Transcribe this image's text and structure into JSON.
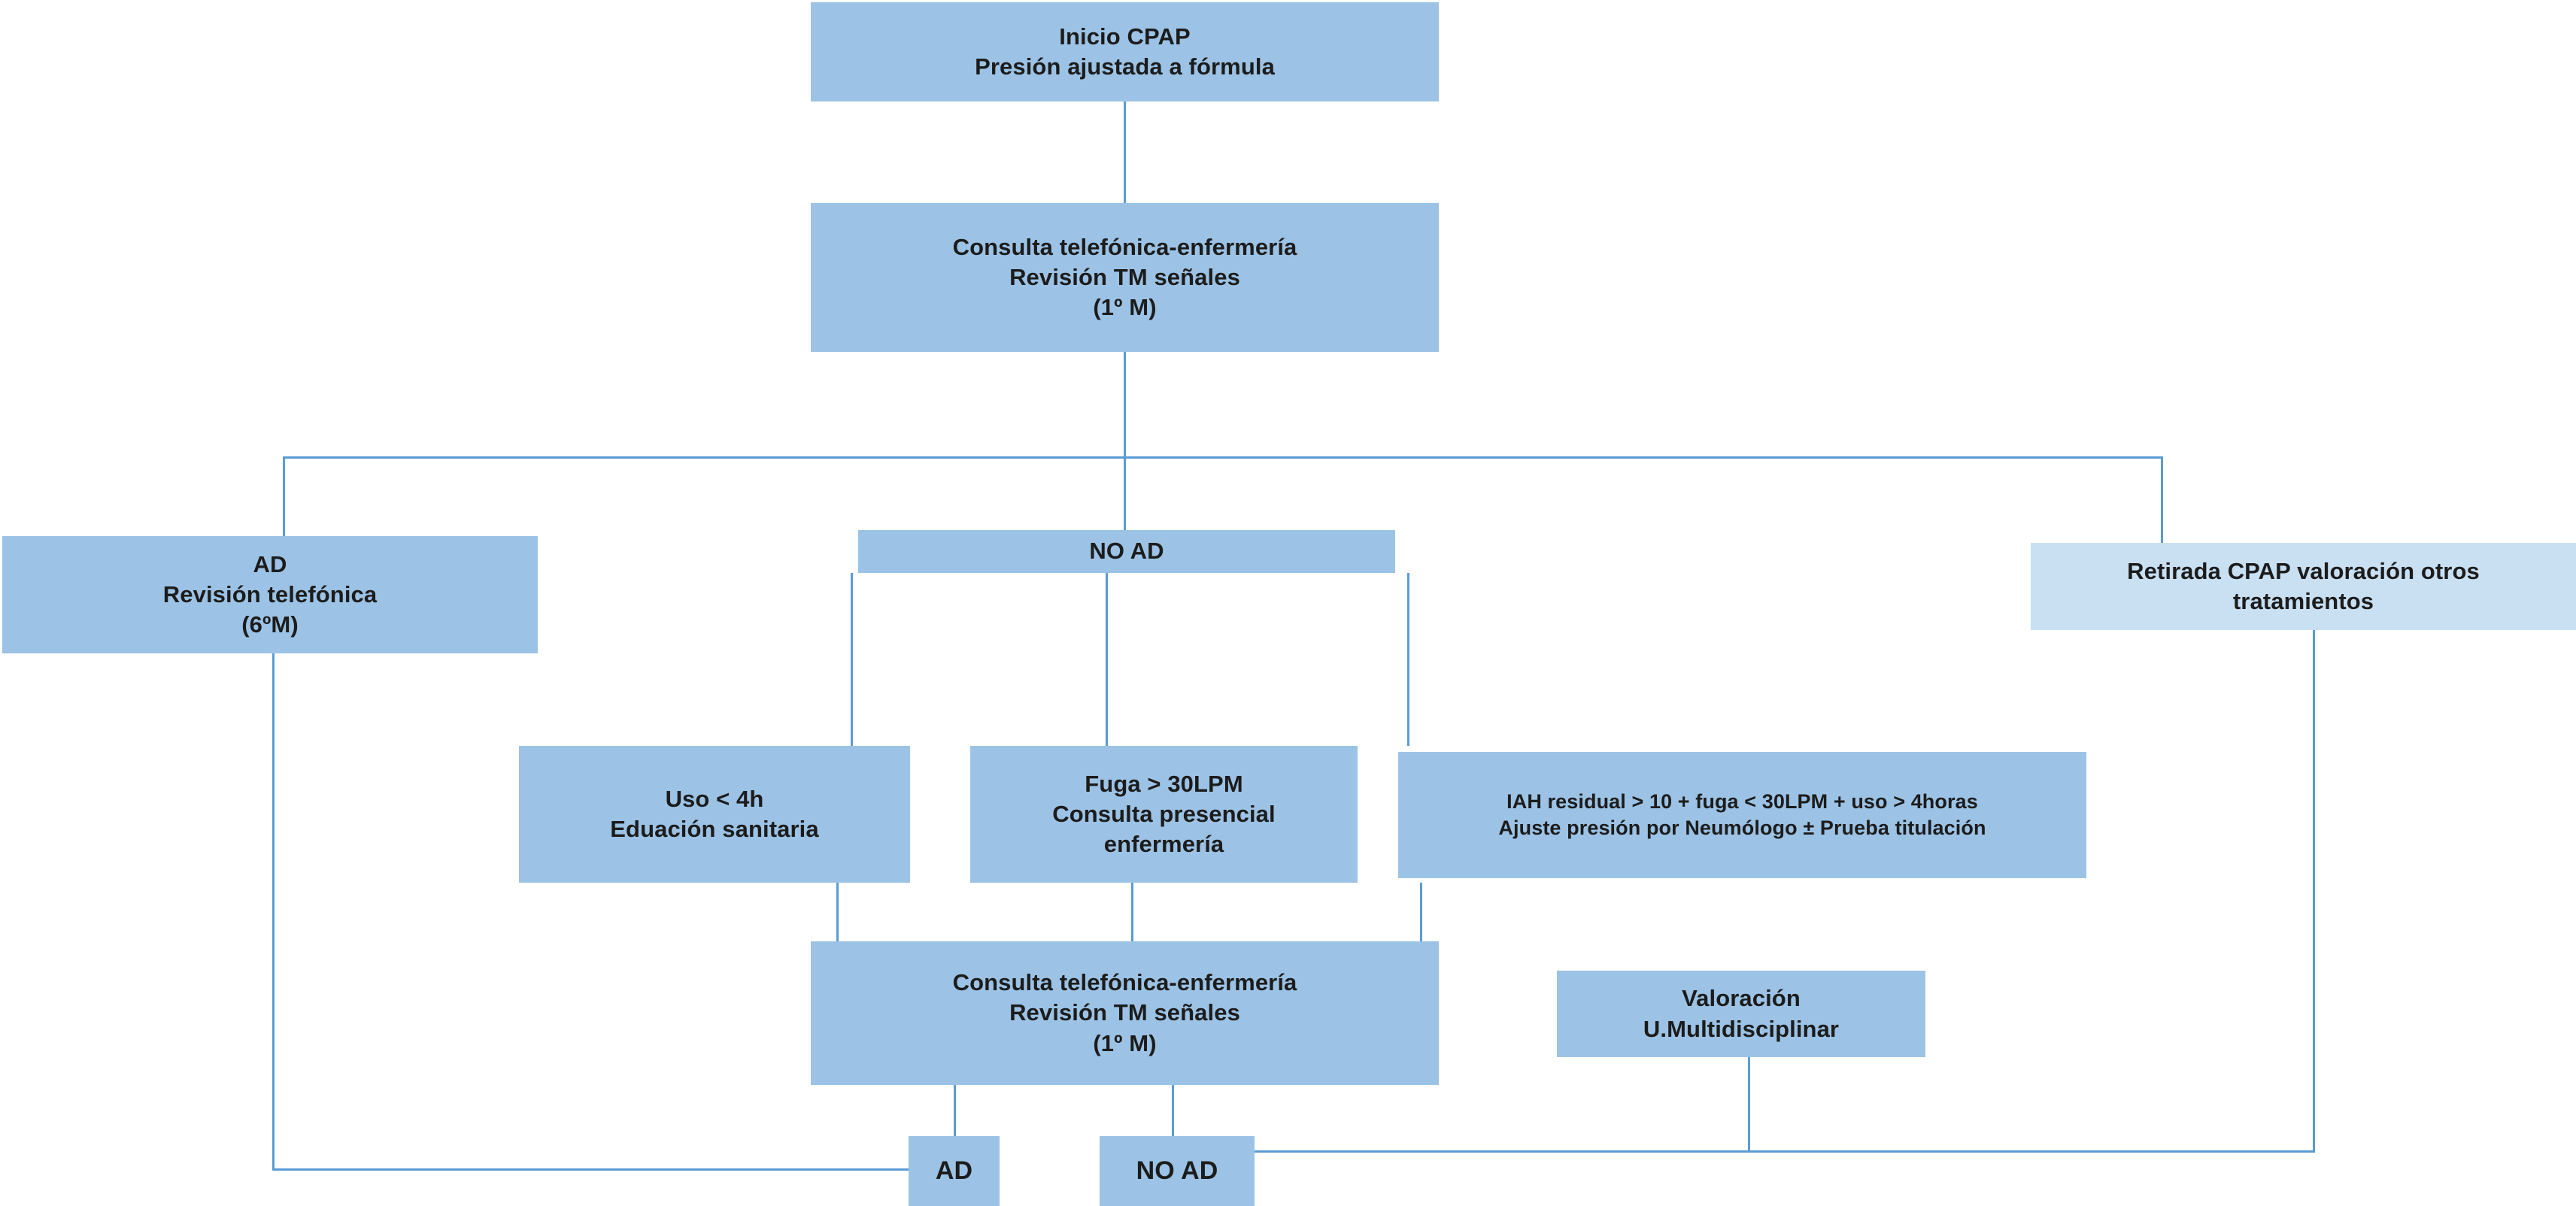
{
  "diagram": {
    "title": "Algoritmo de seguimiento CPAP",
    "colors": {
      "node_fill": "#9CC3E5",
      "node_fill_light": "#C9E0F3",
      "connector": "#5B9BD5",
      "text": "#1c1c1c",
      "background": "#ffffff"
    },
    "nodes": {
      "inicio_cpap": {
        "lines": [
          "Inicio CPAP",
          "Presión ajustada a fórmula"
        ]
      },
      "consulta_1m": {
        "lines": [
          "Consulta telefónica-enfermería",
          "Revisión TM señales",
          "(1º M)"
        ]
      },
      "ad_revision": {
        "lines": [
          "AD",
          "Revisión telefónica",
          "(6ºM)"
        ]
      },
      "no_ad": {
        "lines": [
          "NO AD"
        ]
      },
      "retirada_cpap": {
        "lines": [
          "Retirada CPAP  valoración otros",
          "tratamientos"
        ]
      },
      "uso_menor_4h": {
        "lines": [
          "Uso < 4h",
          "Eduación sanitaria"
        ]
      },
      "fuga_30lpm": {
        "lines": [
          "Fuga > 30LPM",
          "Consulta presencial",
          "enfermería"
        ]
      },
      "iah_residual": {
        "lines": [
          "IAH residual > 10 + fuga < 30LPM + uso > 4horas",
          "Ajuste presión por Neumólogo ± Prueba titulación"
        ]
      },
      "consulta_1m_2": {
        "lines": [
          "Consulta telefónica-enfermería",
          "Revisión TM señales",
          "(1º M)"
        ]
      },
      "valoracion_um": {
        "lines": [
          "Valoración",
          "U.Multidisciplinar"
        ]
      },
      "ad_final": {
        "lines": [
          "AD"
        ]
      },
      "no_ad_final": {
        "lines": [
          "NO AD"
        ]
      }
    }
  }
}
